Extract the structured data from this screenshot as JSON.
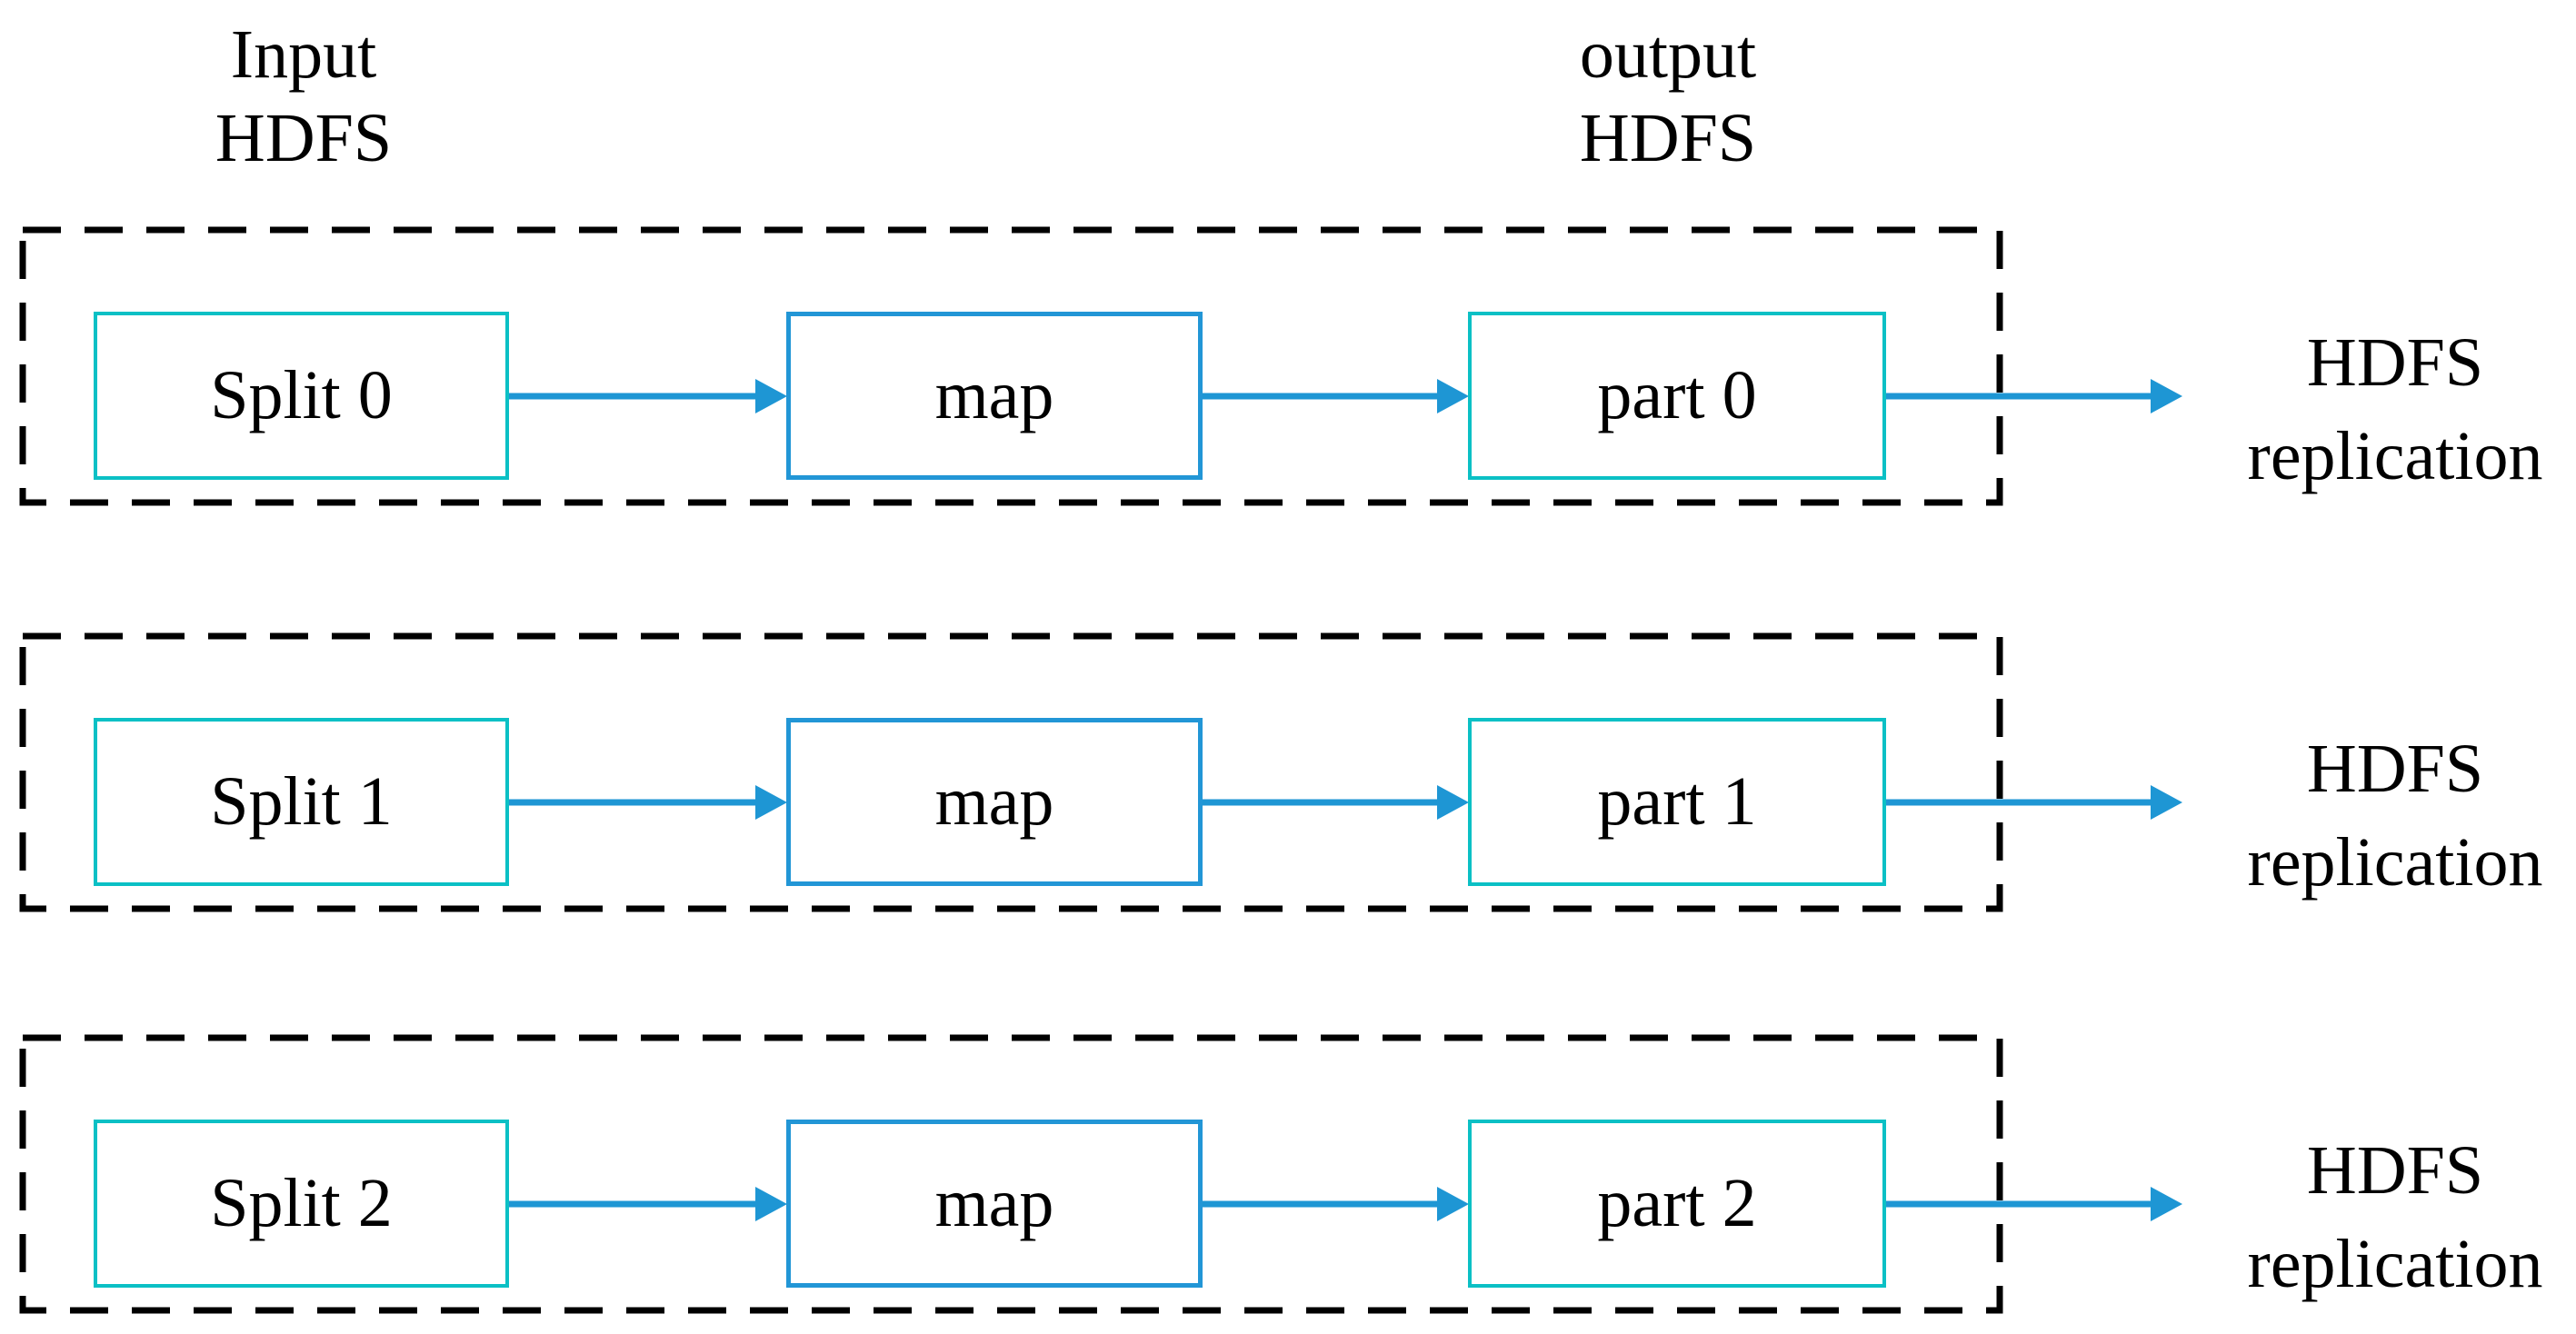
{
  "figure": {
    "description": "MapReduce map-phase data flow from input HDFS splits through map tasks to output HDFS partitions with replication",
    "input_header": {
      "line1": "Input",
      "line2": "HDFS"
    },
    "output_header": {
      "line1": "output",
      "line2": "HDFS"
    },
    "rows": [
      {
        "split_label": "Split 0",
        "map_label": "map",
        "part_label": "part 0",
        "replication": {
          "line1": "HDFS",
          "line2": "replication"
        }
      },
      {
        "split_label": "Split 1",
        "map_label": "map",
        "part_label": "part 1",
        "replication": {
          "line1": "HDFS",
          "line2": "replication"
        }
      },
      {
        "split_label": "Split 2",
        "map_label": "map",
        "part_label": "part 2",
        "replication": {
          "line1": "HDFS",
          "line2": "replication"
        }
      }
    ],
    "theme": {
      "split_part_border": "#0bc0c5",
      "map_border": "#2296d6",
      "arrow": "#1e96d4",
      "dashed_border": "#000000",
      "text": "#000000",
      "background": "#ffffff"
    }
  }
}
